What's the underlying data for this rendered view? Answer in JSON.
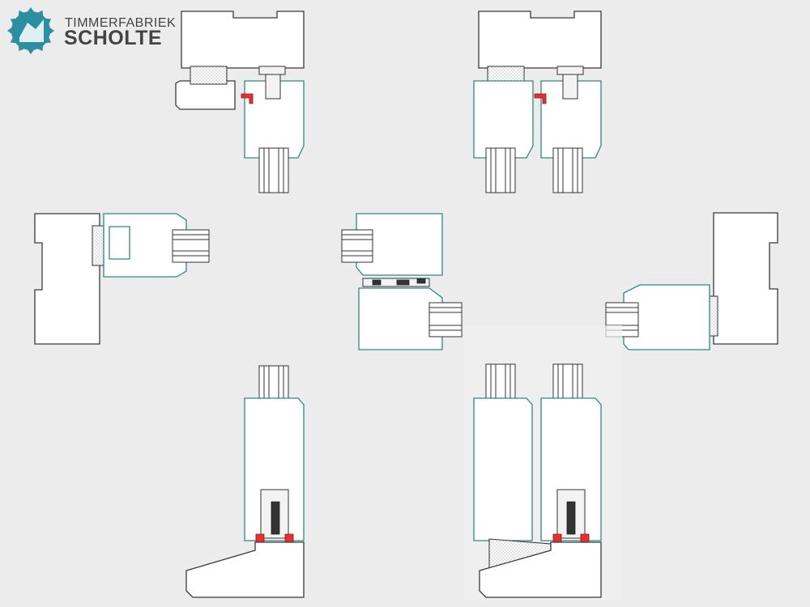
{
  "brand": {
    "name_top": "TIMMERFABRIEK",
    "name_main": "SCHOLTE",
    "logo_color": "#2b8fa3",
    "text_color": "#444444"
  },
  "colors": {
    "background": "#ececec",
    "frame_stroke": "#3a3a3a",
    "sash_stroke": "#2a8a86",
    "seal": "#e53030",
    "fill": "#ffffff"
  },
  "sections": [
    {
      "id": "head-single"
    },
    {
      "id": "head-double"
    },
    {
      "id": "jamb-left"
    },
    {
      "id": "meeting-stile"
    },
    {
      "id": "jamb-right"
    },
    {
      "id": "sill-single"
    },
    {
      "id": "sill-double"
    }
  ]
}
